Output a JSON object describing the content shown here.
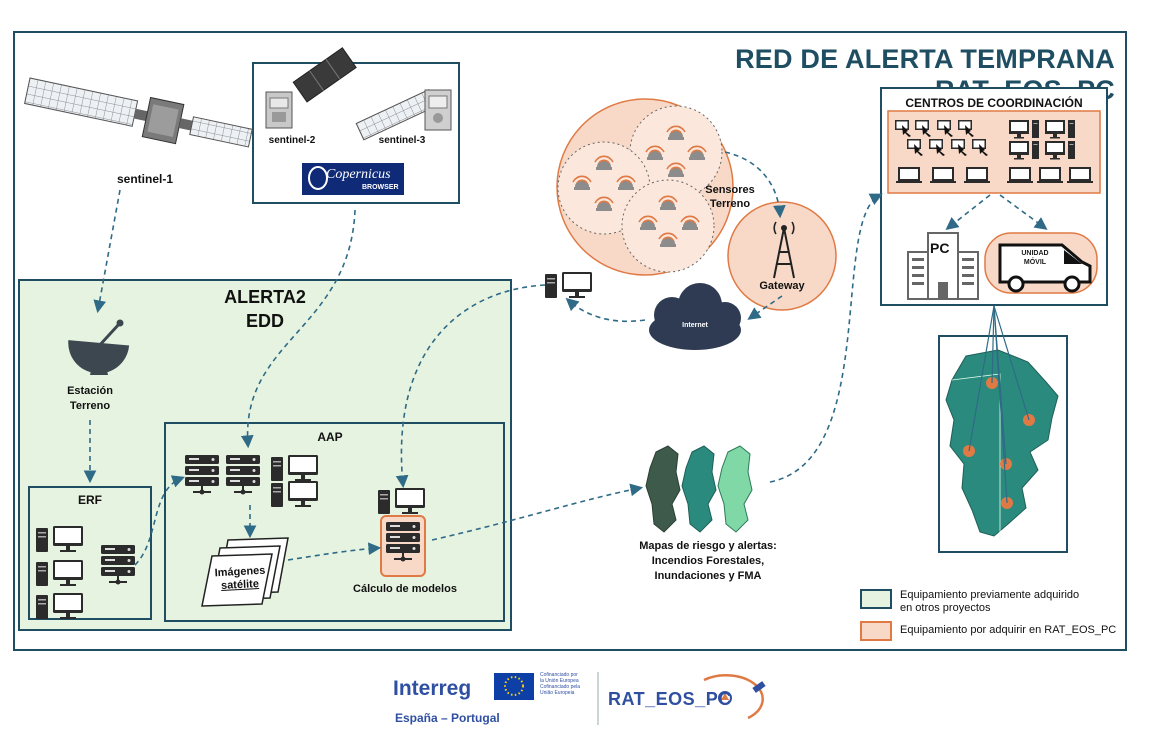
{
  "title": "RED DE ALERTA TEMPRANA RAT_EOS_PC",
  "satellites": {
    "sentinel1": "sentinel-1",
    "sentinel2": "sentinel-2",
    "sentinel3": "sentinel-3",
    "copernicus_logo_text": "Copernicus",
    "copernicus_logo_sub": "BROWSER"
  },
  "alerta": {
    "line1": "ALERTA2",
    "line2": "EDD"
  },
  "ground_station": {
    "line1": "Estación",
    "line2": "Terreno"
  },
  "erf_label": "ERF",
  "aap_label": "AAP",
  "images_label": {
    "line1": "Imágenes",
    "line2": "satélite"
  },
  "models_label": "Cálculo de modelos",
  "sensors_label": {
    "line1": "Sensores",
    "line2": "Terreno"
  },
  "gateway_label": "Gateway",
  "internet_label": "Internet",
  "coordination": {
    "title": "CENTROS DE COORDINACIÓN",
    "pc_label": "PC",
    "mobile_unit": {
      "line1": "UNIDAD",
      "line2": "MÓVIL"
    }
  },
  "maps_label": {
    "line1": "Mapas de riesgo y alertas:",
    "line2": "Incendios Forestales,",
    "line3": "Inundaciones  y FMA"
  },
  "legend": {
    "green_line1": "Equipamiento previamente adquirido",
    "green_line2": "en otros proyectos",
    "orange": "Equipamiento por adquirir en RAT_EOS_PC"
  },
  "footer": {
    "interreg": "Interreg",
    "region": "España – Portugal",
    "eu_line1": "Cofinanciado por",
    "eu_line2": "la Unión Europea",
    "eu_line3": "Cofinanciado pela",
    "eu_line4": "União Europeia",
    "project_logo": "RAT_EOS_PC"
  },
  "colors": {
    "frame": "#1f4e63",
    "green_panel": "#e6f3e1",
    "orange_fill": "#f8d9c8",
    "orange_stroke": "#e07a45",
    "accent_blue": "#2f6b86"
  }
}
